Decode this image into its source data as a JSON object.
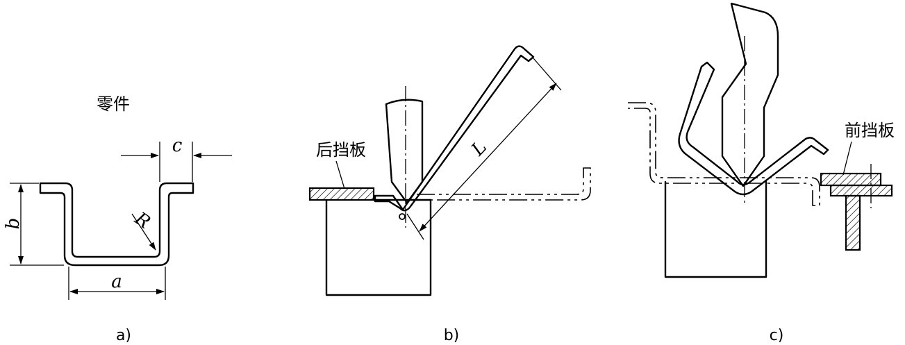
{
  "figure_a": {
    "title": "零件",
    "dim_a": "a",
    "dim_b": "b",
    "dim_c": "c",
    "dim_R": "R",
    "caption": "a)"
  },
  "figure_b": {
    "gauge_label": "后挡板",
    "dim_L": "L",
    "caption": "b)"
  },
  "figure_c": {
    "gauge_label": "前挡板",
    "caption": "c)"
  }
}
